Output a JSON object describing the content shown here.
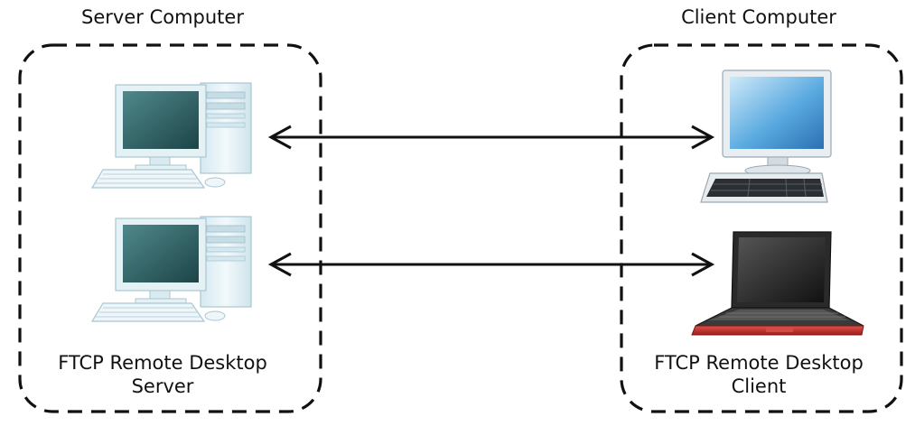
{
  "server_group": {
    "title": "Server Computer",
    "app_label_line1": "FTCP Remote Desktop",
    "app_label_line2": "Server"
  },
  "client_group": {
    "title": "Client Computer",
    "app_label_line1": "FTCP Remote Desktop",
    "app_label_line2": "Client"
  },
  "icons": {
    "server_computer_top": "desktop-tower-computer-icon",
    "server_computer_bottom": "desktop-tower-computer-icon",
    "client_desktop": "desktop-monitor-keyboard-icon",
    "client_laptop": "laptop-icon"
  },
  "connections": [
    {
      "from": "server-computer-top",
      "to": "client-desktop",
      "direction": "bidirectional"
    },
    {
      "from": "server-computer-bottom",
      "to": "client-laptop",
      "direction": "bidirectional"
    }
  ],
  "colors": {
    "border_dash": "#111111",
    "arrow": "#111111",
    "server_case": "#e6f3f7",
    "server_screen": "#2c5f62",
    "client_screen": "#3d8fce",
    "laptop_body": "#c0302d"
  }
}
